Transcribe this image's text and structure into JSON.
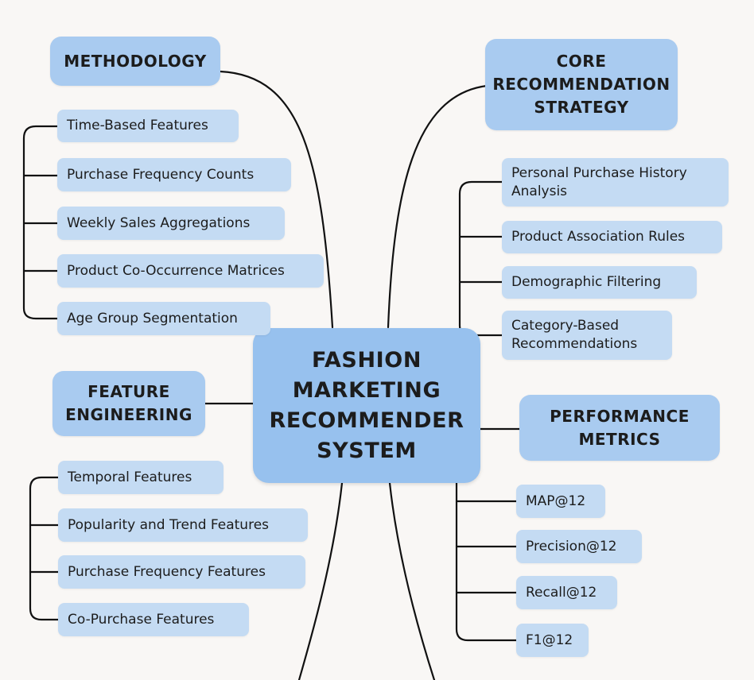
{
  "center": {
    "label": "FASHION\nMARKETING\nRECOMMENDER\nSYSTEM"
  },
  "branches": {
    "methodology": {
      "label": "METHODOLOGY",
      "items": [
        "Time-Based Features",
        "Purchase Frequency Counts",
        "Weekly Sales Aggregations",
        "Product Co-Occurrence Matrices",
        "Age Group Segmentation"
      ]
    },
    "feature_engineering": {
      "label": "FEATURE\nENGINEERING",
      "items": [
        "Temporal Features",
        "Popularity and Trend Features",
        "Purchase Frequency Features",
        "Co-Purchase Features"
      ]
    },
    "core_strategy": {
      "label": "CORE\nRECOMMENDATION\nSTRATEGY",
      "items": [
        "Personal Purchase History\nAnalysis",
        "Product Association Rules",
        "Demographic Filtering",
        "Category-Based\nRecommendations"
      ]
    },
    "performance_metrics": {
      "label": "PERFORMANCE\nMETRICS",
      "items": [
        "MAP@12",
        "Precision@12",
        "Recall@12",
        "F1@12"
      ]
    }
  }
}
